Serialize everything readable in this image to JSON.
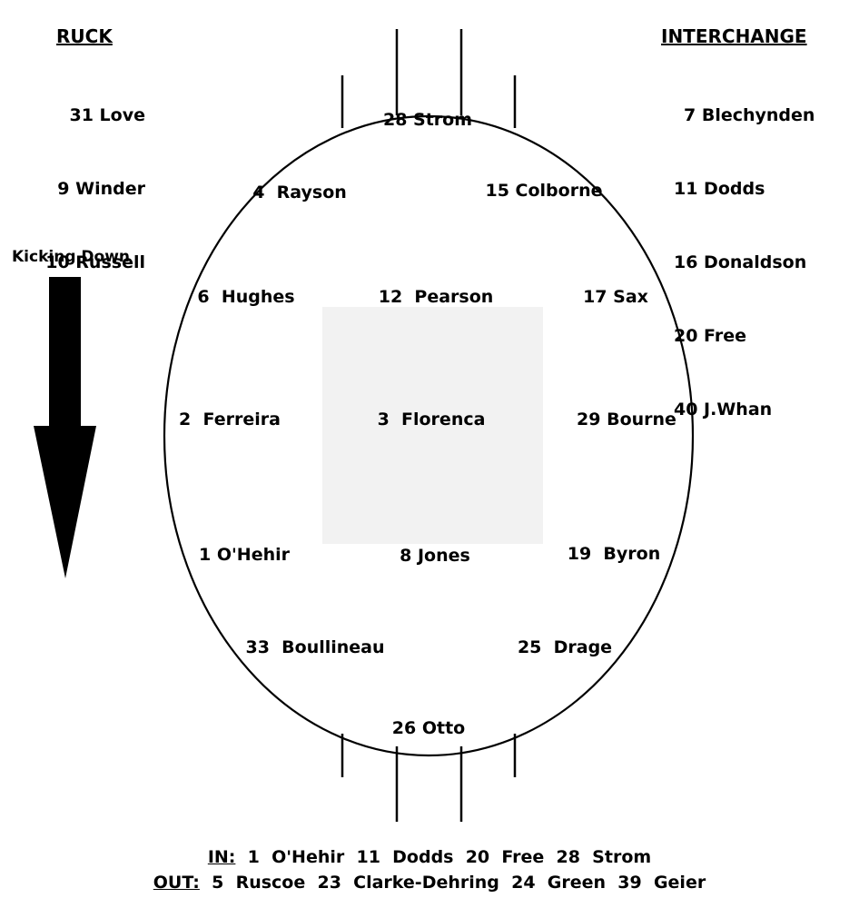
{
  "ruck": {
    "title": "RUCK",
    "players": [
      "31 Love",
      "9 Winder",
      "10 Russell"
    ]
  },
  "interchange": {
    "title": "INTERCHANGE",
    "players": [
      "7 Blechynden",
      "11 Dodds",
      "16 Donaldson",
      "20 Free",
      "40 J.Whan"
    ]
  },
  "direction": {
    "label": "Kicking Down",
    "icon": "down-arrow-icon"
  },
  "field": {
    "full_forward": "28 Strom",
    "forward_pocket_left": "4  Rayson",
    "forward_pocket_right": "15 Colborne",
    "half_forward_left": "6  Hughes",
    "centre_half_forward": "12  Pearson",
    "half_forward_right": "17 Sax",
    "wing_left": "2  Ferreira",
    "centre": "3  Florenca",
    "wing_right": "29 Bourne",
    "half_back_left": "1 O'Hehir",
    "centre_half_back": "8 Jones",
    "half_back_right": "19  Byron",
    "back_pocket_left": "33  Boullineau",
    "back_pocket_right": "25  Drage",
    "full_back": "26 Otto"
  },
  "changes": {
    "in_label": "IN:",
    "in_players": "1  O'Hehir  11  Dodds  20  Free  28  Strom",
    "out_label": "OUT:",
    "out_players": "5  Ruscoe  23  Clarke-Dehring  24  Green  39  Geier"
  },
  "colors": {
    "centre_square": "#f2f2f2",
    "lines": "#000000"
  }
}
